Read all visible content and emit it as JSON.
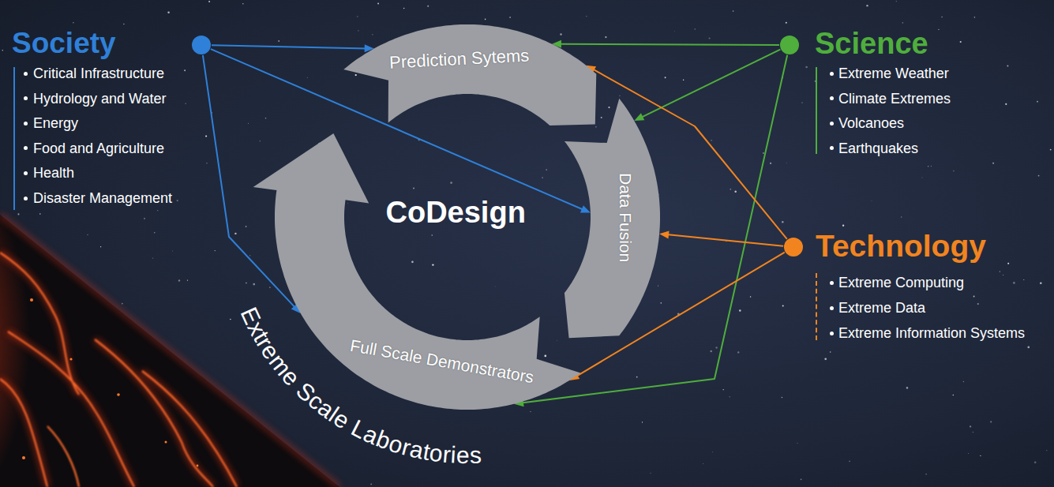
{
  "diagram": {
    "nodes": [
      {
        "text": [
          "Society",
          "Critical Infrastructure",
          "Hydrology and Water",
          "Energy",
          "Food and Agriculture",
          "Health",
          "Disaster Management"
        ]
      },
      {
        "text": [
          "Prediction Sytems"
        ]
      },
      {
        "text": [
          "Science",
          "Extreme Weather",
          "Climate Extremes",
          "Volcanoes",
          "Earthquakes"
        ]
      },
      {
        "text": [
          "Data Fusion"
        ]
      },
      {
        "text": [
          "Technology",
          "Extreme Computing",
          "Extreme Data",
          "Extreme Information Systems"
        ]
      },
      {
        "text": [
          "Full Scale Demonstrators"
        ]
      }
    ],
    "edges": [
      {
        "from": 0,
        "to": 1,
        "arrow": "to"
      },
      {
        "from": 0,
        "to": 3,
        "arrow": "to"
      },
      {
        "from": 0,
        "to": 5,
        "arrow": "to"
      },
      {
        "from": 2,
        "to": 1,
        "arrow": "to"
      },
      {
        "from": 2,
        "to": 3,
        "arrow": "to"
      },
      {
        "from": 2,
        "to": 5,
        "arrow": "to"
      },
      {
        "from": 4,
        "to": 1,
        "arrow": "to"
      },
      {
        "from": 4,
        "to": 3,
        "arrow": "to"
      },
      {
        "from": 4,
        "to": 5,
        "arrow": "to"
      }
    ],
    "labels": [
      "CoDesign",
      "Extreme Scale Laboratories"
    ]
  }
}
